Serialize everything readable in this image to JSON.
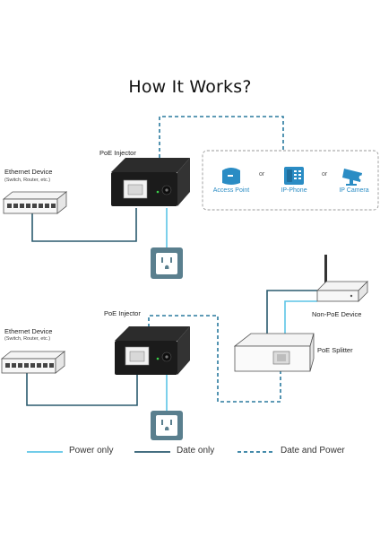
{
  "title": "How It Works?",
  "top": {
    "ethernet_device": "Ethernet Device",
    "ethernet_device_sub": "(Switch, Router, etc.)",
    "poe_injector": "PoE Injector",
    "devices": [
      {
        "label": "Access Point",
        "icon": "access-point-icon"
      },
      {
        "label": "IP-Phone",
        "icon": "ip-phone-icon"
      },
      {
        "label": "IP Camera",
        "icon": "ip-camera-icon"
      }
    ],
    "or": "or"
  },
  "bottom": {
    "ethernet_device": "Ethernet Device",
    "ethernet_device_sub": "(Switch, Router, etc.)",
    "poe_injector": "PoE Injector",
    "non_poe_device": "Non-PoE Device",
    "poe_splitter": "PoE Splitter"
  },
  "legend": [
    {
      "label": "Power only",
      "style": "solid",
      "color": "#5bc4e6"
    },
    {
      "label": "Date only",
      "style": "solid",
      "color": "#2a5a6e"
    },
    {
      "label": "Date and Power",
      "style": "dashed",
      "color": "#2a7a9e"
    }
  ],
  "colors": {
    "power": "#5bc4e6",
    "data": "#2a5a6e",
    "data_power": "#2a7a9e",
    "outlet_bg": "#5a7f8e",
    "device_blue": "#2a8cc4"
  }
}
